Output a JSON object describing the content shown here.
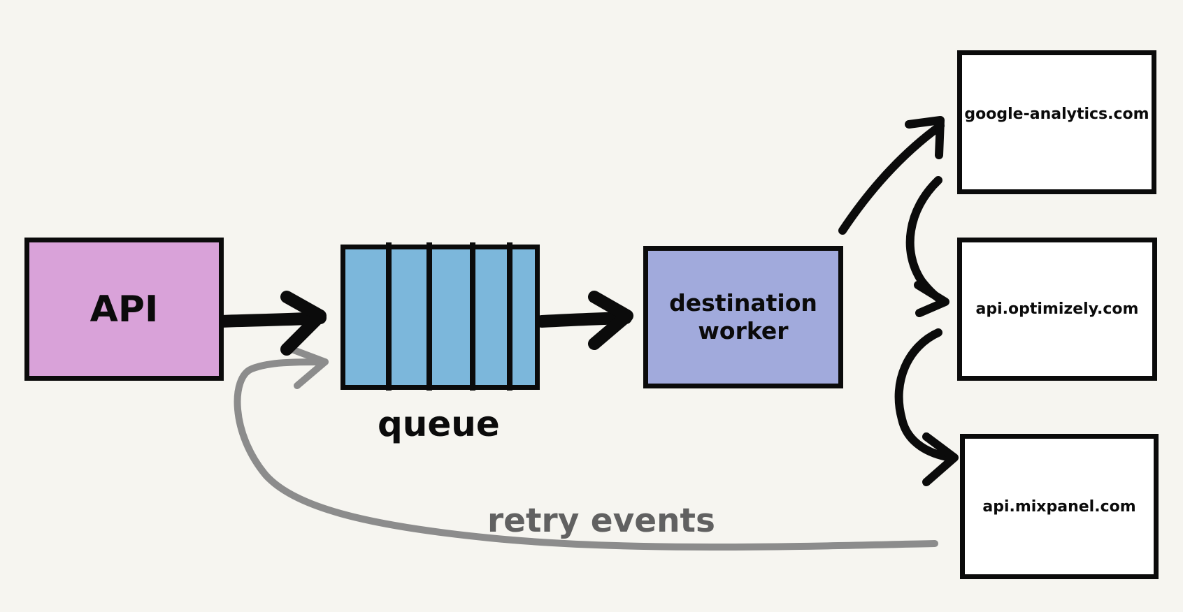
{
  "diagram": {
    "api_label": "API",
    "queue_label": "queue",
    "worker_label_line1": "destination",
    "worker_label_line2": "worker",
    "destinations": [
      {
        "label": "google-analytics.com"
      },
      {
        "label": "api.optimizely.com"
      },
      {
        "label": "api.mixpanel.com"
      }
    ],
    "retry_label": "retry events"
  },
  "colors": {
    "background": "#f6f5f0",
    "api_fill": "#d9a2d9",
    "queue_fill": "#7cb7db",
    "worker_fill": "#a1aadc",
    "destination_fill": "#ffffff",
    "stroke": "#0b0b0b",
    "retry_stroke": "#8c8c8c",
    "retry_text": "#616161"
  }
}
